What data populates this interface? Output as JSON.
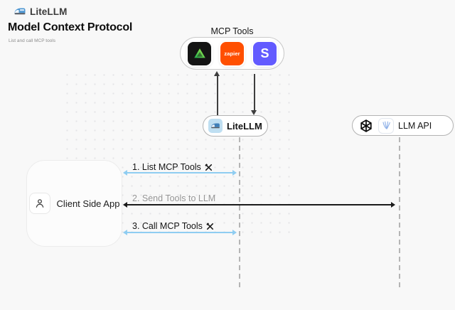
{
  "brand": {
    "name": "LiteLLM",
    "logo": "train-icon"
  },
  "header": {
    "title": "Model Context Protocol",
    "subtitle": "List and call MCP tools"
  },
  "mcp": {
    "label": "MCP Tools",
    "tools": [
      {
        "name": "green-triangle-tool",
        "bg": "#141414"
      },
      {
        "name": "zapier",
        "label": "zapier",
        "bg": "#FF4F00"
      },
      {
        "name": "stripe",
        "label": "S",
        "bg": "#635BFF"
      }
    ]
  },
  "nodes": {
    "litellm": {
      "label": "LiteLLM",
      "icon": "train-icon"
    },
    "llm_api": {
      "label": "LLM API",
      "provider_icons": [
        "openai-icon",
        "blue-strokes-provider-icon"
      ]
    },
    "client": {
      "label": "Client Side App",
      "icon": "person-icon"
    }
  },
  "sequence": {
    "step1": {
      "label": "1. List MCP Tools",
      "icon": "hammer-wrench-icon",
      "arrow": "double-headed",
      "arrow_color": "#8FCDF1",
      "from": "Client Side App",
      "to": "LiteLLM"
    },
    "step2": {
      "label": "2. Send Tools to LLM",
      "arrow": "double-headed",
      "arrow_color": "#1B1B1B",
      "from": "Client Side App",
      "to": "LLM API"
    },
    "step3": {
      "label": "3. Call MCP Tools",
      "icon": "hammer-wrench-icon",
      "arrow": "double-headed",
      "arrow_color": "#8FCDF1",
      "from": "Client Side App",
      "to": "LiteLLM"
    }
  },
  "colors": {
    "background": "#F8F8F8",
    "dot_grid": "#E4E4E6",
    "blue_arrow": "#8FCDF1",
    "black_arrow": "#1B1B1B",
    "lifeline": "#B5B5B5",
    "zapier_orange": "#FF4F00",
    "stripe_purple": "#635BFF"
  }
}
